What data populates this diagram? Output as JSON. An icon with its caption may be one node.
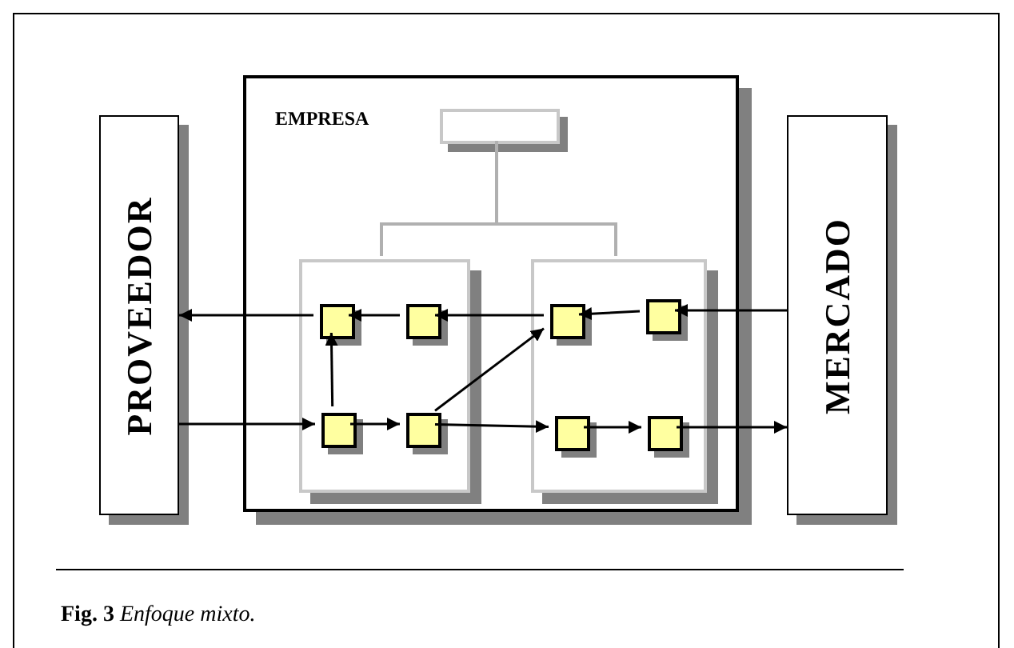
{
  "diagram": {
    "caption": "**Fig. 3** *Enfoque mixto.*",
    "nodes": [
      {
        "text": [
          "PROVEEDOR"
        ]
      },
      {
        "text": [
          "EMPRESA"
        ]
      },
      {
        "text": [],
        "shape": "box",
        "in": 1
      },
      {
        "text": [],
        "shape": "box",
        "in": 1
      },
      {
        "text": [],
        "shape": "box",
        "in": 1
      },
      {
        "text": [
          "MERCADO"
        ]
      },
      {
        "text": [],
        "shape": "box",
        "in": 3
      },
      {
        "text": [],
        "shape": "box",
        "in": 3
      },
      {
        "text": [],
        "shape": "box",
        "in": 3
      },
      {
        "text": [],
        "shape": "box",
        "in": 3
      },
      {
        "text": [],
        "shape": "box",
        "in": 4
      },
      {
        "text": [],
        "shape": "box",
        "in": 4
      },
      {
        "text": [],
        "shape": "box",
        "in": 4
      },
      {
        "text": [],
        "shape": "box",
        "in": 4
      }
    ],
    "edges": [
      {
        "from": 2,
        "to": 3,
        "arrow": "none",
        "color": "#b0b0b0"
      },
      {
        "from": 2,
        "to": 4,
        "arrow": "none",
        "color": "#b0b0b0"
      },
      {
        "from": 6,
        "to": 0,
        "arrow": "to"
      },
      {
        "from": 7,
        "to": 6,
        "arrow": "to"
      },
      {
        "from": 10,
        "to": 7,
        "arrow": "to"
      },
      {
        "from": 11,
        "to": 10,
        "arrow": "to"
      },
      {
        "from": 5,
        "to": 11,
        "arrow": "to"
      },
      {
        "from": 8,
        "to": 6,
        "arrow": "to"
      },
      {
        "from": 0,
        "to": 8,
        "arrow": "to"
      },
      {
        "from": 8,
        "to": 9,
        "arrow": "to"
      },
      {
        "from": 9,
        "to": 10,
        "arrow": "to"
      },
      {
        "from": 9,
        "to": 12,
        "arrow": "to"
      },
      {
        "from": 12,
        "to": 13,
        "arrow": "to"
      },
      {
        "from": 13,
        "to": 5,
        "arrow": "to"
      }
    ]
  }
}
